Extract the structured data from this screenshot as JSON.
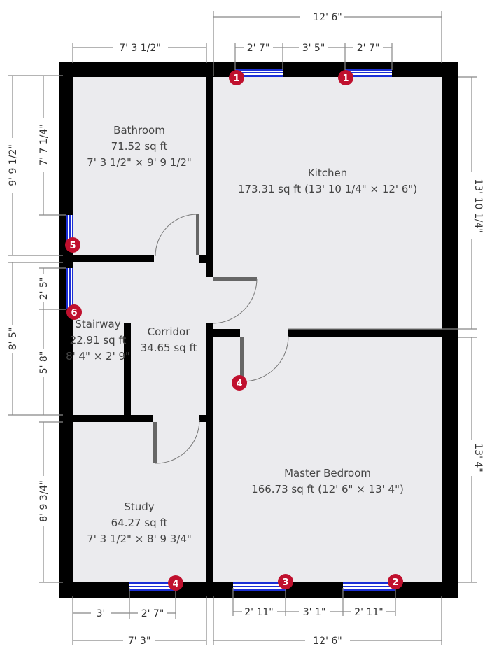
{
  "rooms": {
    "bathroom": {
      "name": "Bathroom",
      "area": "71.52 sq ft",
      "dims": "7' 3 1/2\" × 9' 9 1/2\""
    },
    "kitchen": {
      "name": "Kitchen",
      "area": "173.31 sq ft (13' 10 1/4\" × 12' 6\")"
    },
    "stairway": {
      "name": "Stairway",
      "area": "22.91 sq ft",
      "dims": "8' 4\" × 2' 9\""
    },
    "corridor": {
      "name": "Corridor",
      "area": "34.65 sq ft"
    },
    "master_bedroom": {
      "name": "Master Bedroom",
      "area": "166.73 sq ft (12' 6\" × 13' 4\")"
    },
    "study": {
      "name": "Study",
      "area": "64.27 sq ft",
      "dims": "7' 3 1/2\" × 8' 9 3/4\""
    }
  },
  "dimensions": {
    "top_overall": "12' 6\"",
    "top_left": "7' 3 1/2\"",
    "top_win_a": "2' 7\"",
    "top_gap": "3' 5\"",
    "top_win_b": "2' 7\"",
    "right_upper": "13' 10 1/4\"",
    "right_lower": "13' 4\"",
    "left_outer_upper": "9' 9 1/2\"",
    "left_inner_upper": "7' 7 1/4\"",
    "left_win": "2' 5\"",
    "left_inner_mid": "5' 8\"",
    "left_outer_mid": "8' 5\"",
    "left_inner_lower": "8' 9 3/4\"",
    "bottom_left_a": "3'",
    "bottom_left_win": "2' 7\"",
    "bottom_left_overall": "7' 3\"",
    "bottom_win_a": "2' 11\"",
    "bottom_gap": "3' 1\"",
    "bottom_win_b": "2' 11\"",
    "bottom_right_overall": "12' 6\""
  },
  "markers": {
    "m1a": "1",
    "m1b": "1",
    "m5": "5",
    "m6": "6",
    "m4_door": "4",
    "m4_window": "4",
    "m3": "3",
    "m2": "2"
  },
  "colors": {
    "wall": "#000000",
    "floor": "#ebebee",
    "window": "#1b2fd6",
    "marker": "#c0102e",
    "door": "#666666"
  }
}
